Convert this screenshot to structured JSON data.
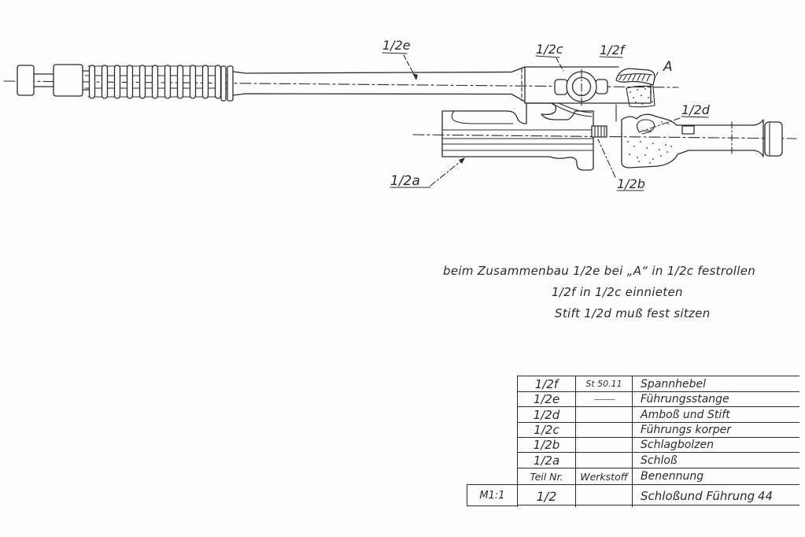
{
  "meta": {
    "document_kind": "scanned hand-drawn engineering drawing",
    "ink_color": "#2d2b28",
    "paper_color": "#fdfdfc"
  },
  "drawing": {
    "part_labels": [
      {
        "id": "1/2e",
        "text": "1/2e"
      },
      {
        "id": "1/2c",
        "text": "1/2c"
      },
      {
        "id": "1/2f",
        "text": "1/2f"
      },
      {
        "id": "A",
        "text": "A"
      },
      {
        "id": "1/2d",
        "text": "1/2d"
      },
      {
        "id": "1/2a",
        "text": "1/2a"
      },
      {
        "id": "1/2b",
        "text": "1/2b"
      }
    ]
  },
  "notes": {
    "line1": "beim Zusammenbau 1/2e bei „A“ in 1/2c festrollen",
    "line2": "1/2f in 1/2c einnieten",
    "line3": "Stift 1/2d muß fest sitzen"
  },
  "parts_table": {
    "header": {
      "teil": "Teil Nr.",
      "werkstoff": "Werkstoff",
      "benennung": "Benennung"
    },
    "rows": [
      {
        "teil": "1/2f",
        "werkstoff": "St 50.11",
        "benennung": "Spannhebel"
      },
      {
        "teil": "1/2e",
        "werkstoff": "———",
        "benennung": "Führungsstange"
      },
      {
        "teil": "1/2d",
        "werkstoff": "",
        "benennung": "Amboß und Stift"
      },
      {
        "teil": "1/2c",
        "werkstoff": "",
        "benennung": "Führungs korper"
      },
      {
        "teil": "1/2b",
        "werkstoff": "",
        "benennung": "Schlagbolzen"
      },
      {
        "teil": "1/2a",
        "werkstoff": "",
        "benennung": "Schloß"
      }
    ],
    "title_row": {
      "scale": "M1:1",
      "teil": "1/2",
      "werkstoff": "",
      "benennung": "Schloßund Führung",
      "sheet": "44"
    }
  }
}
